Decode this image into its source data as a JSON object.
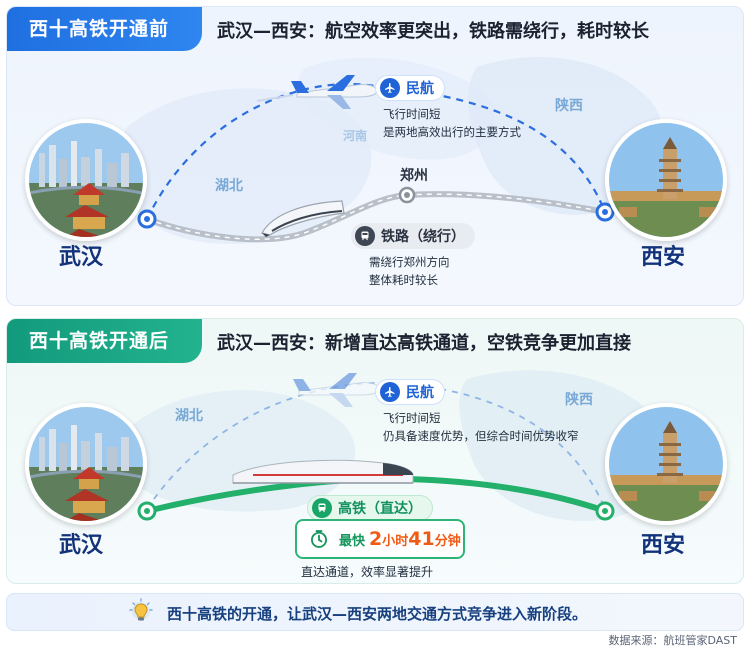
{
  "before": {
    "tag": "西十高铁开通前",
    "title": "武汉—西安：航空效率更突出，铁路需绕行，耗时较长",
    "origin": "武汉",
    "destination": "西安",
    "provinces": [
      "湖北",
      "河南",
      "陕西"
    ],
    "transfer_city": "郑州",
    "air": {
      "label": "民航",
      "notes": [
        "飞行时间短",
        "是两地高效出行的主要方式"
      ]
    },
    "rail": {
      "label": "铁路（绕行）",
      "notes": [
        "需绕行郑州方向",
        "整体耗时较长"
      ]
    }
  },
  "after": {
    "tag": "西十高铁开通后",
    "title": "武汉—西安：新增直达高铁通道，空铁竞争更加直接",
    "origin": "武汉",
    "destination": "西安",
    "provinces": [
      "湖北",
      "陕西"
    ],
    "air": {
      "label": "民航",
      "notes": [
        "飞行时间短",
        "仍具备速度优势，但综合时间优势收窄"
      ]
    },
    "hsr": {
      "label": "高铁（直达）",
      "fastest_label": "最快",
      "hours": "2",
      "hours_unit": "小时",
      "minutes": "41",
      "minutes_unit": "分钟",
      "note": "直达通道，效率显著提升"
    }
  },
  "footer": "西十高铁的开通，让武汉—西安两地交通方式竞争进入新阶段。",
  "source": "数据来源：航班管家DAST",
  "colors": {
    "air_blue": "#1f63d6",
    "rail_gray": "#9aa3ad",
    "hsr_green": "#22b06a",
    "highlight_orange": "#f05a14"
  },
  "icons": [
    "airplane-icon",
    "train-icon",
    "bullet-train-icon",
    "clock-icon",
    "lightbulb-icon"
  ]
}
